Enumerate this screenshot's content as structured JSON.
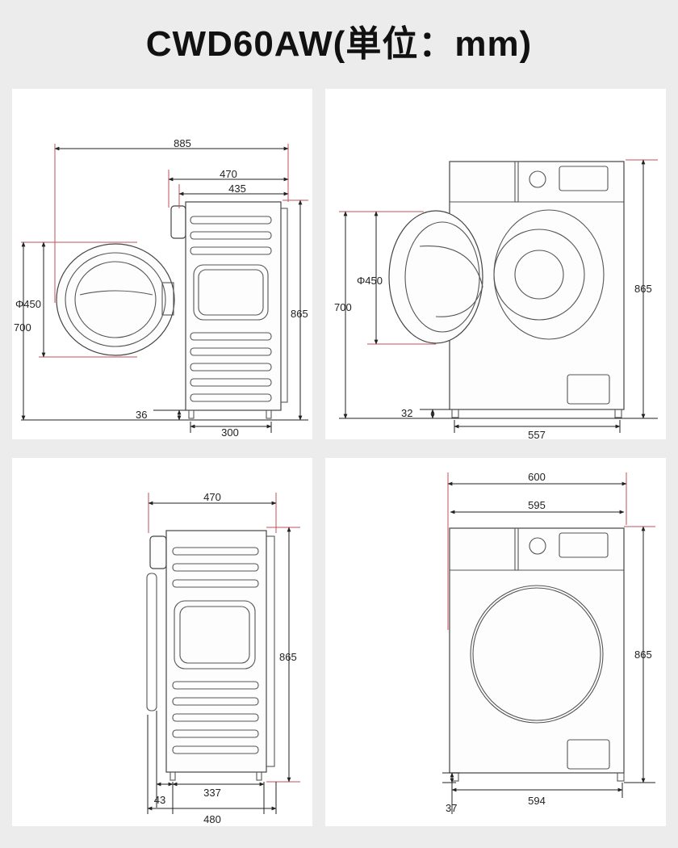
{
  "title": "CWD60AW(単位：mm)",
  "colors": {
    "background": "#ececec",
    "panel": "#ffffff",
    "dimension_line": "#222222",
    "extension_line": "#c3505a"
  },
  "views": {
    "top_left": {
      "d885": "885",
      "d470": "470",
      "d435": "435",
      "d450": "Φ450",
      "d700": "700",
      "d865": "865",
      "d36": "36",
      "d300": "300"
    },
    "top_right": {
      "d450": "Φ450",
      "d700": "700",
      "d865": "865",
      "d32": "32",
      "d557": "557"
    },
    "bottom_left": {
      "d470": "470",
      "d865": "865",
      "d337": "337",
      "d43": "43",
      "d480": "480"
    },
    "bottom_right": {
      "d600": "600",
      "d595": "595",
      "d865": "865",
      "d594": "594",
      "d37": "37"
    }
  }
}
